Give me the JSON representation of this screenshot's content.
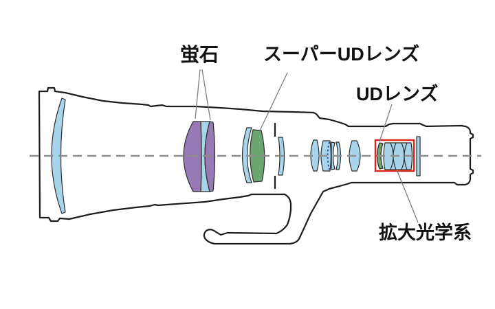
{
  "diagram": {
    "labels": {
      "fluorite": "蛍石",
      "super_ud_lens": "スーパーUDレンズ",
      "ud_lens": "UDレンズ",
      "magnifying_optics": "拡大光学系"
    },
    "colors": {
      "glass_blue": "#A9D5EC",
      "fluorite_purple": "#9779B6",
      "ud_green": "#6CA56F",
      "highlight_red": "#DF2418",
      "outline_black": "#1C1C1C",
      "axis_gray": "#8E8E8E",
      "leader_gray": "#7E7E7E",
      "cemented_dotted_blue": "#2C3D9E"
    }
  }
}
